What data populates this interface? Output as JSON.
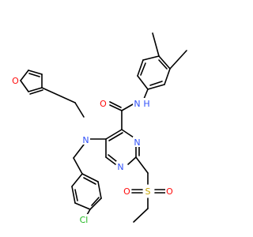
{
  "molecule": {
    "atoms": {
      "o_furan": {
        "text": "O",
        "color": "#ff0d0d"
      },
      "n_amine": {
        "text": "N",
        "color": "#3050f8"
      },
      "o_carbonyl": {
        "text": "O",
        "color": "#ff0d0d"
      },
      "nh_amide": {
        "text": "N",
        "color": "#3050f8"
      },
      "h_amide": {
        "text": "H",
        "color": "#3050f8"
      },
      "n_ring_upper": {
        "text": "N",
        "color": "#3050f8"
      },
      "n_ring_lower": {
        "text": "N",
        "color": "#3050f8"
      },
      "s_sulfonyl": {
        "text": "S",
        "color": "#c6a400"
      },
      "o_sulfonyl_left": {
        "text": "O",
        "color": "#ff0d0d"
      },
      "o_sulfonyl_right": {
        "text": "O",
        "color": "#ff0d0d"
      },
      "cl": {
        "text": "Cl",
        "color": "#1fb81f"
      }
    }
  }
}
